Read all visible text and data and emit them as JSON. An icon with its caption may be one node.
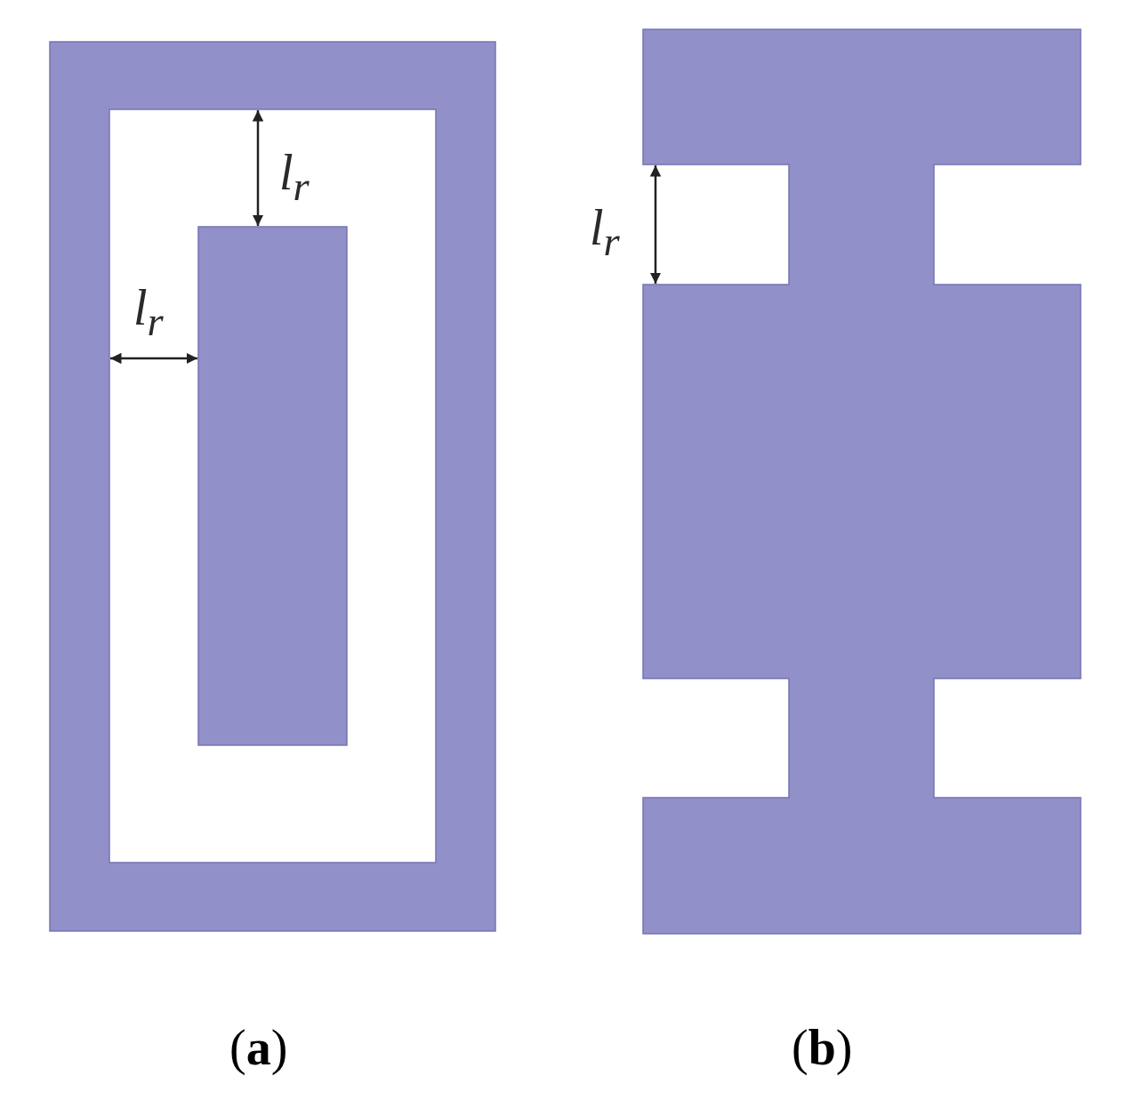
{
  "diagram": {
    "labels": [
      "l$_{r}$",
      "l$_{r}$",
      "l$_{r}$",
      "(**a**)",
      "(**b**)"
    ]
  }
}
